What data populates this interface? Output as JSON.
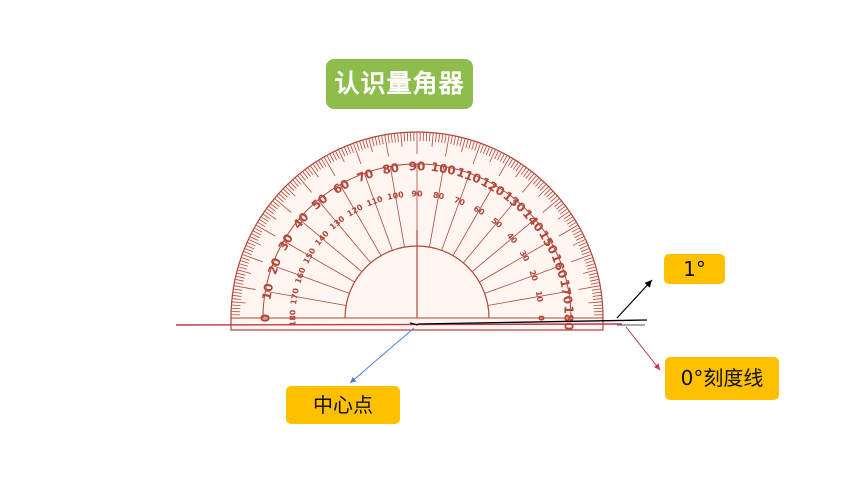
{
  "title": "认识量角器",
  "labels": {
    "one_degree": "1°",
    "zero_line": "0°刻度线",
    "center_point": "中心点"
  },
  "protractor": {
    "outer_numbers": [
      "0",
      "10",
      "20",
      "30",
      "40",
      "50",
      "60",
      "70",
      "80",
      "90",
      "100",
      "110",
      "120",
      "130",
      "140",
      "150",
      "160",
      "170",
      "180"
    ],
    "inner_numbers": [
      "180",
      "170",
      "160",
      "150",
      "140",
      "130",
      "120",
      "110",
      "100",
      "90",
      "80",
      "70",
      "60",
      "50",
      "40",
      "30",
      "20",
      "10",
      "0"
    ]
  },
  "colors": {
    "title_bg": "#8fbd4b",
    "callout_bg": "#ffc000",
    "protractor": "#b2473a",
    "arrow_center": "#4a7fd6",
    "arrow_zero": "#c0394f"
  }
}
